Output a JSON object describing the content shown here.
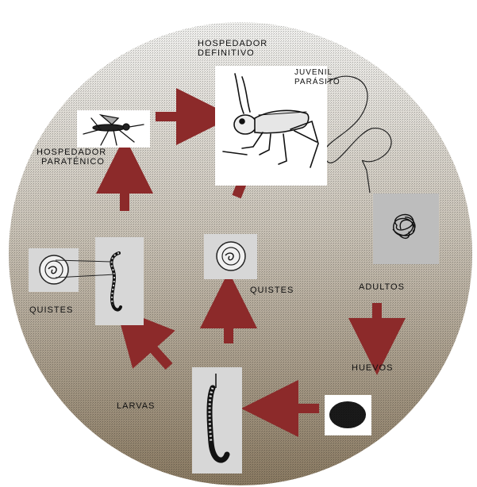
{
  "diagram": {
    "colors": {
      "arrow": "#8c2a2a",
      "disk_top": "#f1f1ef",
      "disk_bottom": "#8a7a62",
      "panel": "#d7d7d7",
      "ink": "#111111"
    },
    "labels": {
      "definitive_host_line1": "HOSPEDADOR",
      "definitive_host_line2": "DEFINITIVO",
      "juvenile_line1": "JUVENIL",
      "juvenile_line2": "PARÁSITO",
      "paratenic_line1": "HOSPEDADOR",
      "paratenic_line2": "PARATÉNICO",
      "cysts_left": "QUISTES",
      "cysts_center": "QUISTES",
      "adults": "ADULTOS",
      "eggs": "HUEVOS",
      "larvae": "LARVAS"
    },
    "icons": {
      "host": "grasshopper-icon",
      "paratenic": "mosquito-icon",
      "adult": "worm-ball-icon",
      "egg": "egg-icon",
      "larva": "larva-icon",
      "cyst": "cyst-icon"
    }
  }
}
